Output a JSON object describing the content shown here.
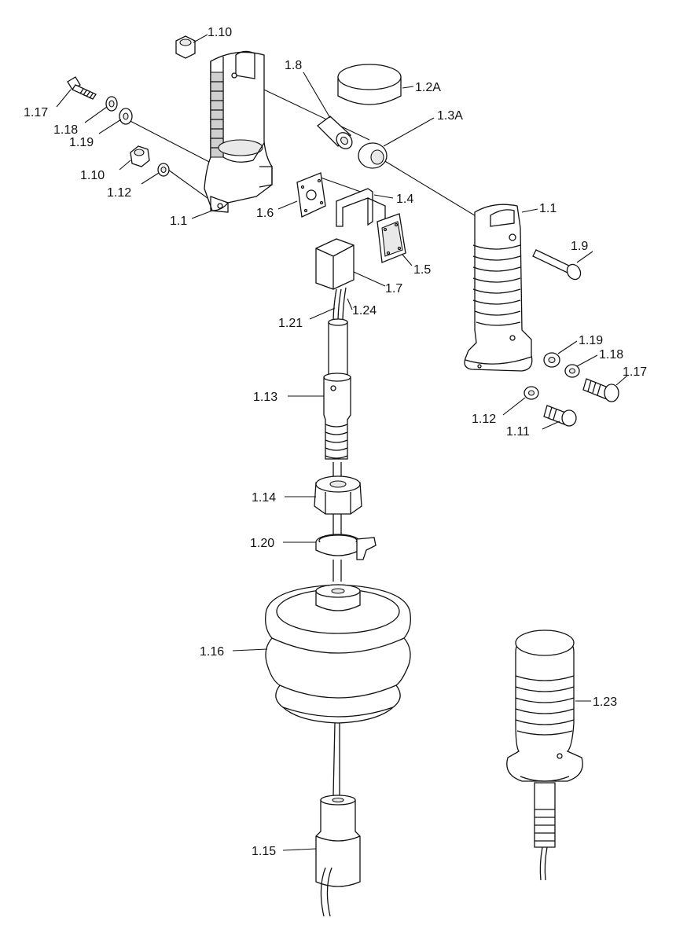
{
  "labels": [
    {
      "key": "l_110a",
      "text": "1.10"
    },
    {
      "key": "l_18",
      "text": "1.8"
    },
    {
      "key": "l_12a",
      "text": "1.2A"
    },
    {
      "key": "l_117a",
      "text": "1.17"
    },
    {
      "key": "l_118a",
      "text": "1.18"
    },
    {
      "key": "l_119a",
      "text": "1.19"
    },
    {
      "key": "l_13a",
      "text": "1.3A"
    },
    {
      "key": "l_110b",
      "text": "1.10"
    },
    {
      "key": "l_112a",
      "text": "1.12"
    },
    {
      "key": "l_16",
      "text": "1.6"
    },
    {
      "key": "l_14",
      "text": "1.4"
    },
    {
      "key": "l_11a",
      "text": "1.1"
    },
    {
      "key": "l_11b",
      "text": "1.1"
    },
    {
      "key": "l_19",
      "text": "1.9"
    },
    {
      "key": "l_15",
      "text": "1.5"
    },
    {
      "key": "l_17",
      "text": "1.7"
    },
    {
      "key": "l_121",
      "text": "1.21"
    },
    {
      "key": "l_124",
      "text": "1.24"
    },
    {
      "key": "l_119b",
      "text": "1.19"
    },
    {
      "key": "l_118b",
      "text": "1.18"
    },
    {
      "key": "l_117b",
      "text": "1.17"
    },
    {
      "key": "l_113",
      "text": "1.13"
    },
    {
      "key": "l_112b",
      "text": "1.12"
    },
    {
      "key": "l_111",
      "text": "1.11"
    },
    {
      "key": "l_114",
      "text": "1.14"
    },
    {
      "key": "l_120",
      "text": "1.20"
    },
    {
      "key": "l_116",
      "text": "1.16"
    },
    {
      "key": "l_123",
      "text": "1.23"
    },
    {
      "key": "l_115",
      "text": "1.15"
    }
  ]
}
